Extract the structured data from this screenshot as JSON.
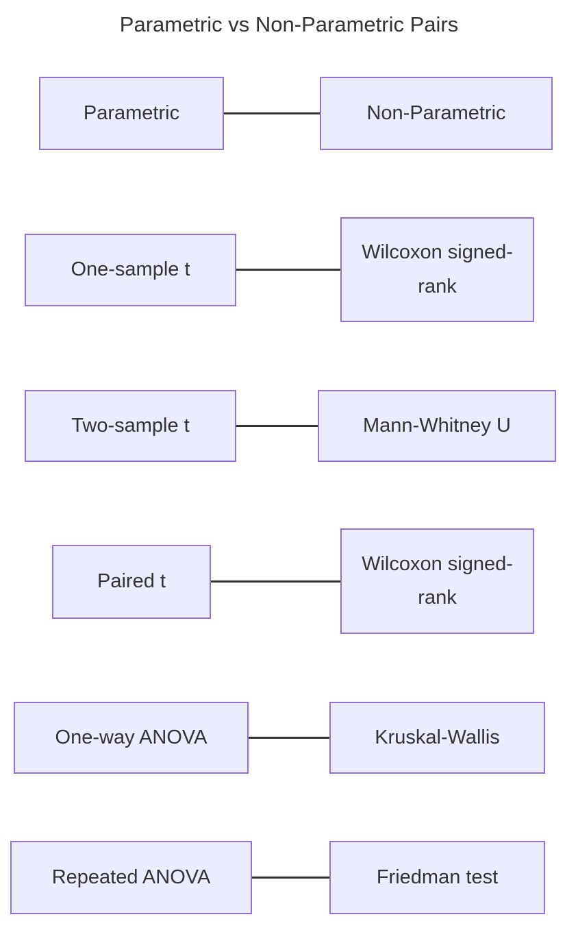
{
  "title": "Parametric vs Non-Parametric Pairs",
  "chart_data": {
    "type": "table",
    "title": "Parametric vs Non-Parametric Pairs",
    "columns": [
      "Parametric",
      "Non-Parametric"
    ],
    "rows": [
      [
        "One-sample t",
        "Wilcoxon signed-rank"
      ],
      [
        "Two-sample t",
        "Mann-Whitney U"
      ],
      [
        "Paired t",
        "Wilcoxon signed-rank"
      ],
      [
        "One-way ANOVA",
        "Kruskal-Wallis"
      ],
      [
        "Repeated ANOVA",
        "Friedman test"
      ]
    ]
  },
  "diagram": {
    "kind": "paired-boxes",
    "pairs": [
      {
        "left": "Parametric",
        "right": "Non-Parametric"
      },
      {
        "left": "One-sample t",
        "right": "Wilcoxon signed-rank"
      },
      {
        "left": "Two-sample t",
        "right": "Mann-Whitney U"
      },
      {
        "left": "Paired t",
        "right": "Wilcoxon signed-rank"
      },
      {
        "left": "One-way ANOVA",
        "right": "Kruskal-Wallis"
      },
      {
        "left": "Repeated ANOVA",
        "right": "Friedman test"
      }
    ],
    "colors": {
      "node_fill": "#ECECFF",
      "node_border": "#9370DB",
      "edge": "#333333",
      "text": "#333333",
      "background": "#FFFFFF"
    }
  }
}
